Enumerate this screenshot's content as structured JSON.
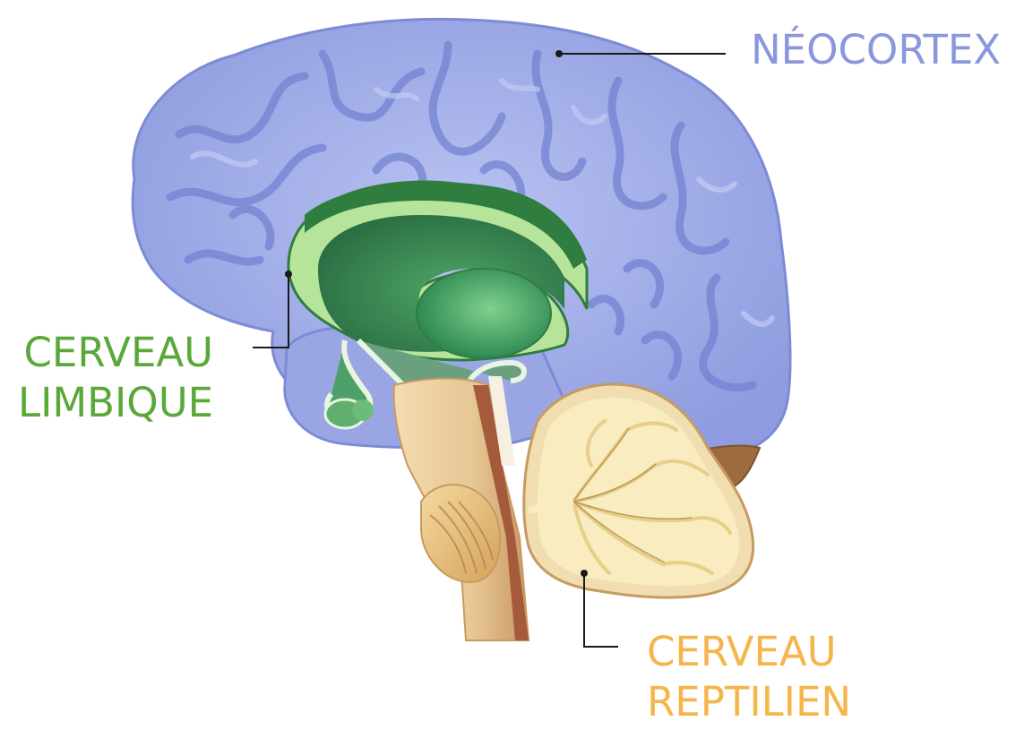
{
  "labels": {
    "neocortex": "NÉOCORTEX",
    "limbic_line1": "CERVEAU",
    "limbic_line2": "LIMBIQUE",
    "reptilian_line1": "CERVEAU",
    "reptilian_line2": "REPTILIEN"
  },
  "colors": {
    "neocortex": "#8b97dd",
    "limbic": "#5aa83a",
    "reptilian": "#f5b54a",
    "cortex_fill": "#a7b2ea",
    "cortex_fold": "#7483d2",
    "limbic_dark": "#2f7d3f",
    "limbic_light": "#b6e49a",
    "cerebellum_fill": "#f7e7aa",
    "brainstem": "#a45a3b"
  }
}
